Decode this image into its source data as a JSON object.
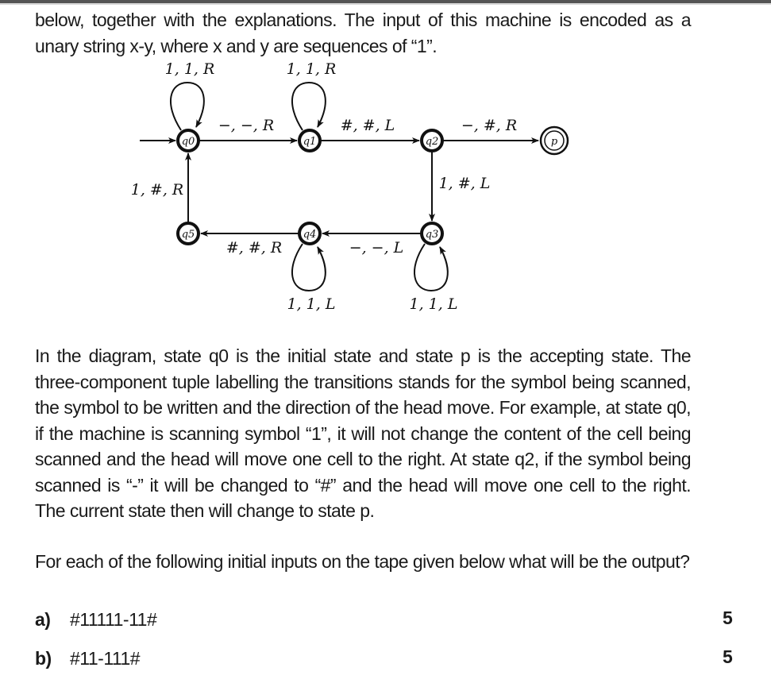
{
  "document": {
    "intro": "below, together with the explanations. The input of this machine is encoded as a unary string x-y, where x and y are sequences of “1”.",
    "explanation": "In the diagram, state q0 is the initial state and state p is the accepting state. The three-component tuple labelling the transitions stands for the symbol being scanned, the symbol to be written and the direction of the head move. For example, at state q0, if the machine is scanning symbol “1”, it will not change the content of the cell being scanned and the head will move one cell to the right. At state q2, if the symbol being scanned is “-” it will be changed to “#” and the head will move one cell to the right. The current state then will change to state p.",
    "question": "For each of the following initial inputs on the tape given below what will be the output?",
    "items": [
      {
        "label": "a)",
        "input": "#11111-11#",
        "marks": "5"
      },
      {
        "label": "b)",
        "input": "#11-111#",
        "marks": "5"
      }
    ]
  },
  "diagram": {
    "type": "turing-machine-state-diagram",
    "states": [
      {
        "id": "q0",
        "label": "q0",
        "initial": true
      },
      {
        "id": "q1",
        "label": "q1"
      },
      {
        "id": "q2",
        "label": "q2"
      },
      {
        "id": "p",
        "label": "p",
        "accepting": true
      },
      {
        "id": "q3",
        "label": "q3"
      },
      {
        "id": "q4",
        "label": "q4"
      },
      {
        "id": "q5",
        "label": "q5"
      }
    ],
    "transitions": [
      {
        "from": "q0",
        "to": "q0",
        "label": "1, 1, R"
      },
      {
        "from": "q0",
        "to": "q1",
        "label": "−, −, R"
      },
      {
        "from": "q1",
        "to": "q1",
        "label": "1, 1, R"
      },
      {
        "from": "q1",
        "to": "q2",
        "label": "#, #, L"
      },
      {
        "from": "q2",
        "to": "p",
        "label": "−, #, R"
      },
      {
        "from": "q2",
        "to": "q3",
        "label": "1, #, L"
      },
      {
        "from": "q3",
        "to": "q3",
        "label": "1, 1, L"
      },
      {
        "from": "q3",
        "to": "q4",
        "label": "−, −, L"
      },
      {
        "from": "q4",
        "to": "q4",
        "label": "1, 1, L"
      },
      {
        "from": "q4",
        "to": "q5",
        "label": "#, #, R"
      },
      {
        "from": "q5",
        "to": "q0",
        "label": "1, #, R"
      }
    ]
  }
}
